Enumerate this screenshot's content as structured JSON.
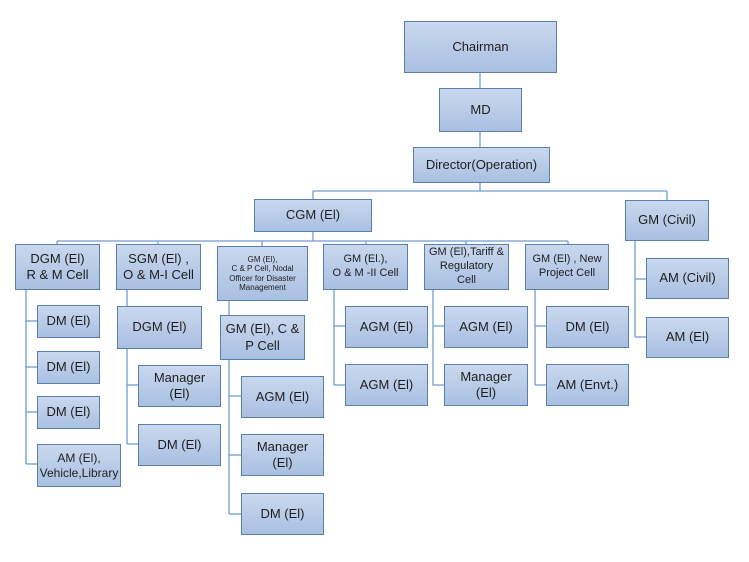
{
  "chairman": "Chairman",
  "md": "MD",
  "director": "Director(Operation)",
  "cgm": "CGM (El)",
  "gm_civil": {
    "title": "GM (Civil)",
    "subs": [
      "AM (Civil)",
      "AM (El)"
    ]
  },
  "departments": [
    {
      "title": "DGM (El)\nR & M Cell",
      "subs": [
        "DM (El)",
        "DM (El)",
        "DM (El)",
        "AM (El),\nVehicle,Library"
      ]
    },
    {
      "title": "SGM (El) ,\nO & M-I Cell",
      "subs": [
        "DGM (El)",
        "Manager (El)",
        "DM (El)"
      ]
    },
    {
      "title": "GM (El),\nC & P Cell, Nodal\nOfficer for Disaster\nManagement",
      "subs": [
        "GM (El), C &\nP Cell",
        "AGM (El)",
        "Manager (El)",
        "DM (El)"
      ]
    },
    {
      "title": "GM (El.),\nO & M -II Cell",
      "subs": [
        "AGM (El)",
        "AGM (El)"
      ]
    },
    {
      "title": "GM (El),Tariff &\nRegulatory Cell",
      "subs": [
        "AGM (El)",
        "Manager (El)"
      ]
    },
    {
      "title": "GM (El) , New\nProject Cell",
      "subs": [
        "DM (El)",
        "AM (Envt.)"
      ]
    }
  ]
}
